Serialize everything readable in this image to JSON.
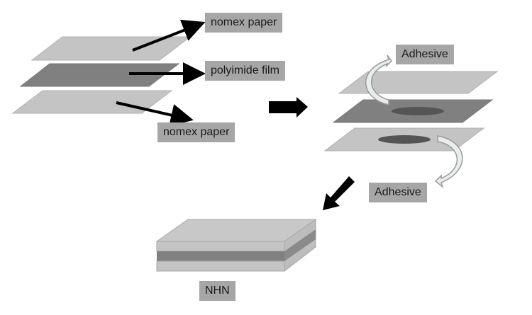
{
  "title": "Fabrication of NHN composite",
  "colors": {
    "light_layer": "#c4c4c4",
    "dark_layer": "#808080",
    "adhesive_spot": "#5a5a5a",
    "label_bg": "#a6a6a6",
    "arrow": "#000000"
  },
  "labels": {
    "top_nomex": "nomex paper",
    "polyimide": "polyimide film",
    "bottom_nomex": "nomex paper",
    "adhesive_top": "Adhesive",
    "adhesive_bottom": "Adhesive",
    "product": "NHN"
  }
}
